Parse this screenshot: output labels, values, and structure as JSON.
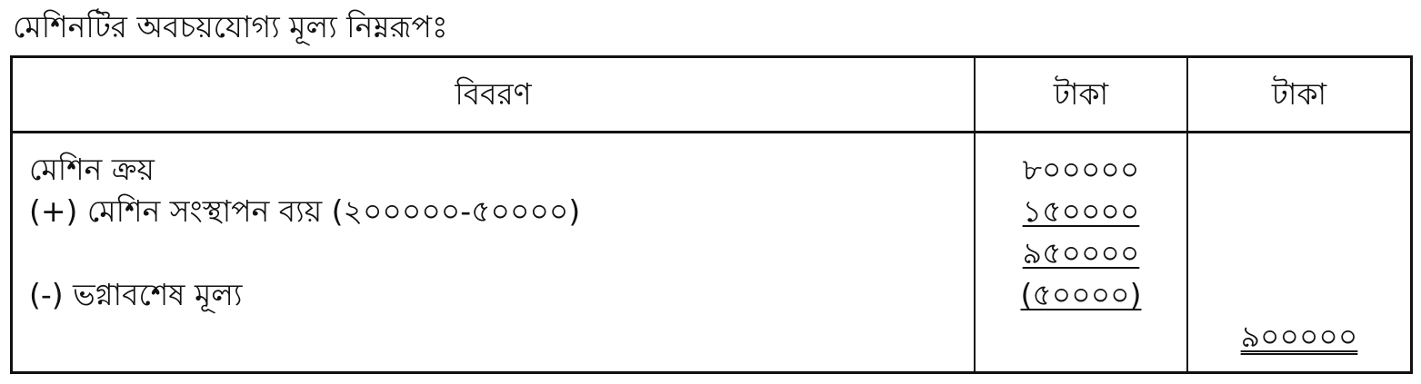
{
  "title": "মেশিনটির অবচয়যোগ্য মূল্য নিম্নরূপঃ",
  "table": {
    "headers": {
      "description": "বিবরণ",
      "amount1": "টাকা",
      "amount2": "টাকা"
    },
    "rows": [
      {
        "description": "মেশিন ক্রয়",
        "amount1": "৮০০০০০",
        "amount2": ""
      },
      {
        "description": "(+) মেশিন সংস্থাপন ব্যয় (২০০০০০-৫০০০০)",
        "amount1": "১৫০০০০",
        "amount2": ""
      },
      {
        "description": "",
        "amount1": "৯৫০০০০",
        "amount2": ""
      },
      {
        "description": "(-) ভগ্নাবশেষ মূল্য",
        "amount1": "(৫০০০০)",
        "amount2": ""
      },
      {
        "description": "",
        "amount1": "",
        "amount2": "৯০০০০০"
      }
    ]
  }
}
